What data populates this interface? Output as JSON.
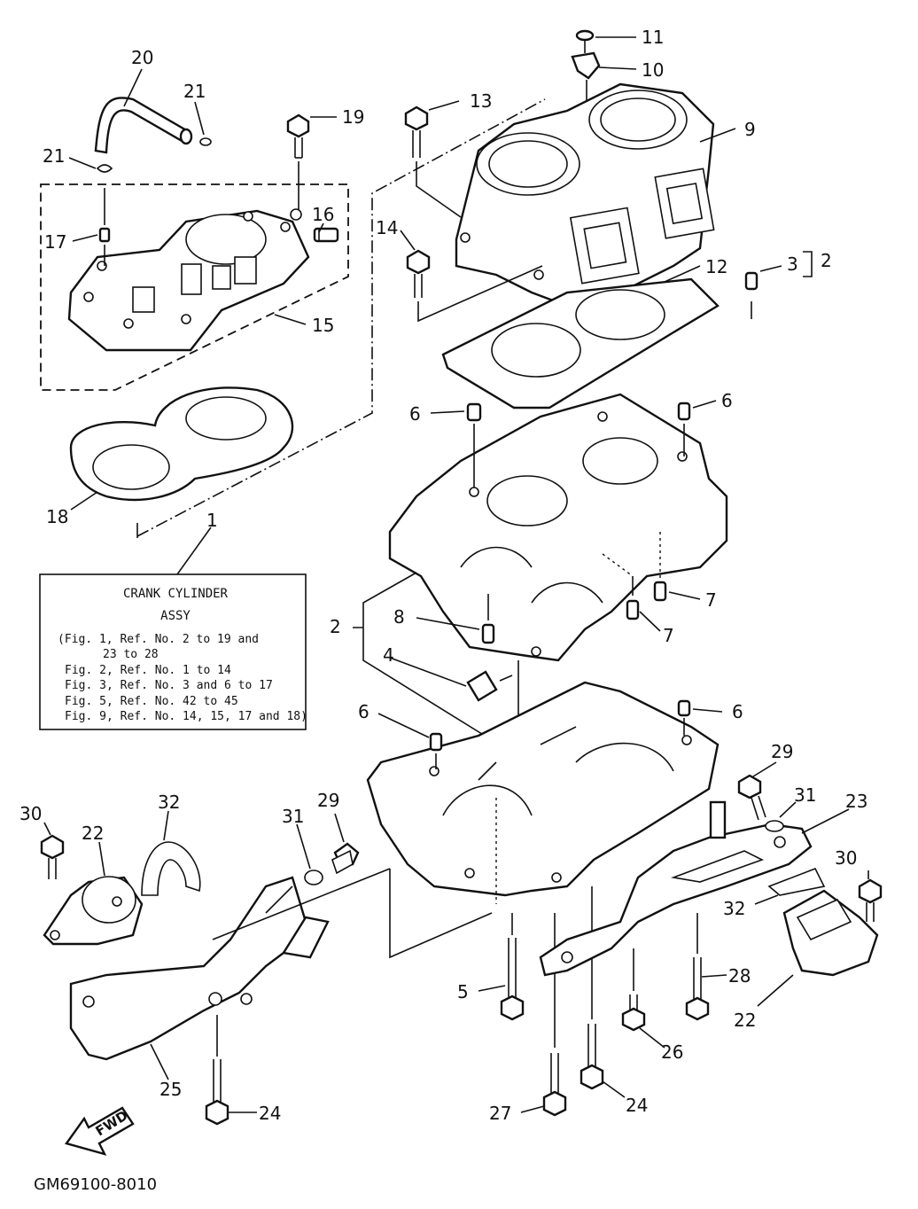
{
  "callouts": [
    {
      "id": "c20",
      "text": "20"
    },
    {
      "id": "c21a",
      "text": "21"
    },
    {
      "id": "c21b",
      "text": "21"
    },
    {
      "id": "c19",
      "text": "19"
    },
    {
      "id": "c16",
      "text": "16"
    },
    {
      "id": "c17",
      "text": "17"
    },
    {
      "id": "c15",
      "text": "15"
    },
    {
      "id": "c18",
      "text": "18"
    },
    {
      "id": "c1",
      "text": "1"
    },
    {
      "id": "c11",
      "text": "11"
    },
    {
      "id": "c10",
      "text": "10"
    },
    {
      "id": "c13",
      "text": "13"
    },
    {
      "id": "c9",
      "text": "9"
    },
    {
      "id": "c14",
      "text": "14"
    },
    {
      "id": "c12",
      "text": "12"
    },
    {
      "id": "c3",
      "text": "3"
    },
    {
      "id": "c2a",
      "text": "2"
    },
    {
      "id": "c6a",
      "text": "6"
    },
    {
      "id": "c6b",
      "text": "6"
    },
    {
      "id": "c7a",
      "text": "7"
    },
    {
      "id": "c7b",
      "text": "7"
    },
    {
      "id": "c8",
      "text": "8"
    },
    {
      "id": "c2b",
      "text": "2"
    },
    {
      "id": "c4",
      "text": "4"
    },
    {
      "id": "c6c",
      "text": "6"
    },
    {
      "id": "c6d",
      "text": "6"
    },
    {
      "id": "c29a",
      "text": "29"
    },
    {
      "id": "c31a",
      "text": "31"
    },
    {
      "id": "c23",
      "text": "23"
    },
    {
      "id": "c30a",
      "text": "30"
    },
    {
      "id": "c22a",
      "text": "22"
    },
    {
      "id": "c32a",
      "text": "32"
    },
    {
      "id": "c31b",
      "text": "31"
    },
    {
      "id": "c29b",
      "text": "29"
    },
    {
      "id": "c30b",
      "text": "30"
    },
    {
      "id": "c32b",
      "text": "32"
    },
    {
      "id": "c5",
      "text": "5"
    },
    {
      "id": "c28",
      "text": "28"
    },
    {
      "id": "c22b",
      "text": "22"
    },
    {
      "id": "c26",
      "text": "26"
    },
    {
      "id": "c25",
      "text": "25"
    },
    {
      "id": "c24a",
      "text": "24"
    },
    {
      "id": "c24b",
      "text": "24"
    },
    {
      "id": "c27",
      "text": "27"
    }
  ],
  "assy_box": {
    "title_line1": "CRANK CYLINDER",
    "title_line2": "ASSY",
    "lines": [
      "(Fig. 1, Ref. No. 2 to 19 and",
      "23 to 28",
      "Fig. 2, Ref. No. 1 to 14",
      "Fig. 3, Ref. No. 3 and 6 to 17",
      "Fig. 5, Ref. No. 42 to 45",
      "Fig. 9, Ref. No. 14, 15, 17 and 18)"
    ]
  },
  "fwd_label": "FWD",
  "drawing_code": "GM69100-8010"
}
